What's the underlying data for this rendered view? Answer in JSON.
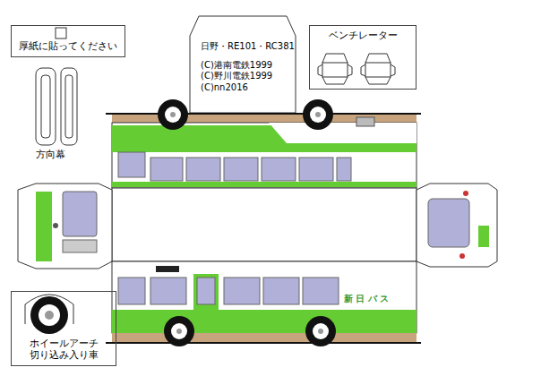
{
  "diagram": {
    "nodes": [
      {
        "text": [
          "厚紙に貼ってください"
        ]
      },
      {
        "text": [
          "日野・RE101・RC381",
          "(C)港南電鉄1999",
          "(C)野川電鉄1999",
          "(C)nn2016"
        ]
      },
      {
        "text": [
          "ベンチレーター"
        ]
      },
      {
        "text": [
          "ホイールアーチ 切り込み入り車"
        ]
      }
    ],
    "labels": [
      "方向幕",
      "新 日 バ ス"
    ]
  }
}
